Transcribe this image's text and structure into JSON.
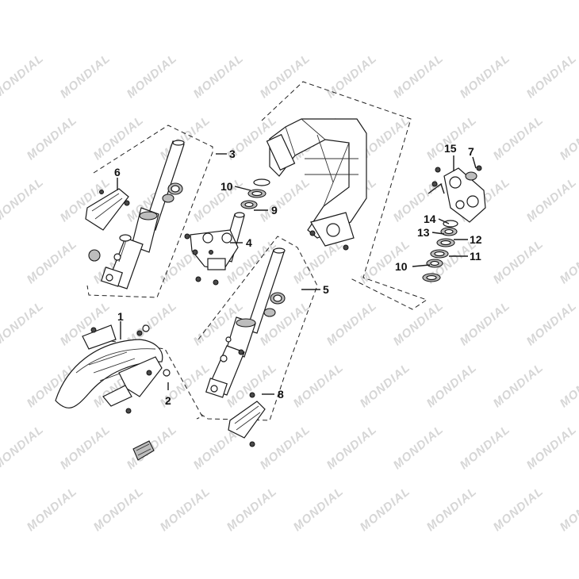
{
  "watermark": {
    "text": "MONDIAL",
    "color": "#d6d6d6"
  },
  "callouts": {
    "c1": "1",
    "c2": "2",
    "c3": "3",
    "c4": "4",
    "c5": "5",
    "c6": "6",
    "c7": "7",
    "c8": "8",
    "c9": "9",
    "c10a": "10",
    "c10b": "10",
    "c11": "11",
    "c12": "12",
    "c13": "13",
    "c14": "14",
    "c15": "15"
  }
}
